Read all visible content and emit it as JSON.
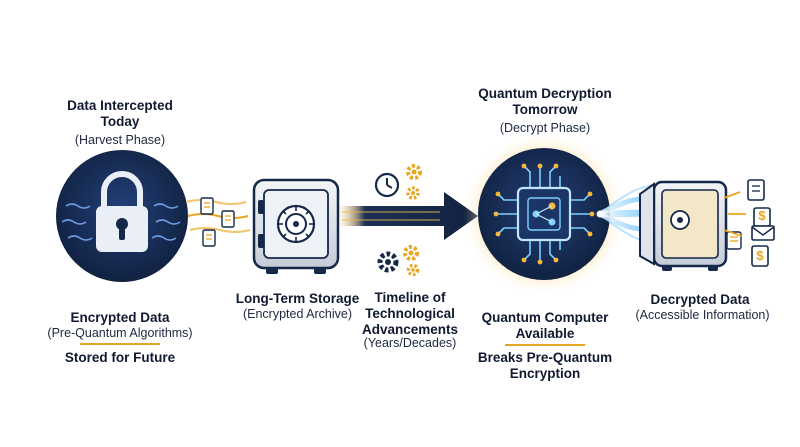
{
  "phase1": {
    "title": "Data Intercepted Today",
    "subtitle": "(Harvest Phase)",
    "bottom_title": "Encrypted Data",
    "bottom_subtitle": "(Pre-Quantum Algorithms)",
    "note": "Stored for Future"
  },
  "phase2": {
    "title": "Long-Term Storage",
    "subtitle": "(Encrypted Archive)"
  },
  "timeline": {
    "title": "Timeline of Technological Advancements",
    "subtitle": "(Years/Decades)"
  },
  "phase3": {
    "title": "Quantum Decryption Tomorrow",
    "subtitle": "(Decrypt Phase)",
    "bottom_title": "Quantum Computer Available",
    "note": "Breaks Pre-Quantum Encryption"
  },
  "phase4": {
    "title": "Decrypted Data",
    "subtitle": "(Accessible Information)",
    "dollar_glyph": "$"
  },
  "colors": {
    "navy": "#15284a",
    "accent": "#e9a524",
    "glow": "#6fc3ff",
    "steel": "#c9d0db"
  }
}
